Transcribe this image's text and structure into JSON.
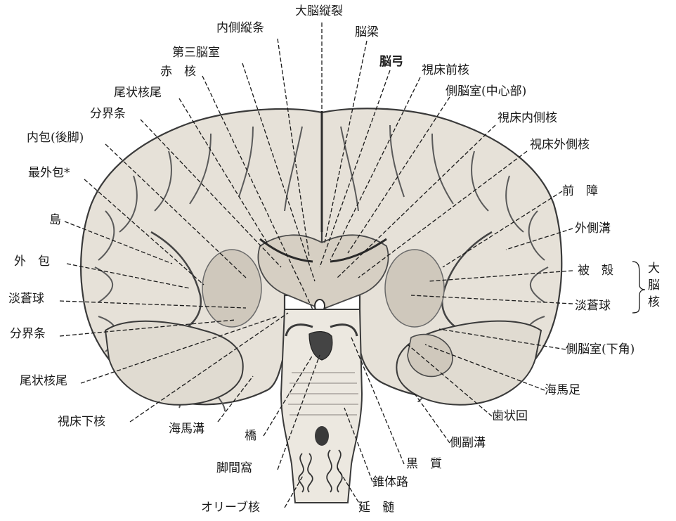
{
  "figure": {
    "labels": {
      "daino_juretsu": "大脳縦裂",
      "naisoku_jujo": "内側縦条",
      "nouryo": "脳梁",
      "daisan_nosh": "第三脳室",
      "nokyu": "脳弓",
      "shishou_zenkaku": "視床前核",
      "sekikaku": "赤　核",
      "sokunoshitsu_chushin": "側脳室(中心部)",
      "bijoukakubi_top": "尾状核尾",
      "shishou_naisokukaku": "視床内側核",
      "bunkaijo_top": "分界条",
      "naiho_kokyaku": "内包(後脚)",
      "shishou_gaisokukaku": "視床外側核",
      "saigaiho": "最外包*",
      "zensho": "前　障",
      "to": "島",
      "gaisokuko": "外側溝",
      "gaiho": "外　包",
      "hikaku": "被　殻",
      "tansokyu_left": "淡蒼球",
      "tansokyu_right": "淡蒼球",
      "bunkaijo_left": "分界条",
      "sokunoshitsu_kakaku": "側脳室(下角)",
      "bijoukakubi_left": "尾状核尾",
      "kaibasoku": "海馬足",
      "shishoukakaku": "視床下核",
      "shijokai": "歯状回",
      "kaibako": "海馬溝",
      "kyo": "橋",
      "sokufukuko": "側副溝",
      "kokansou": "脚間窩",
      "kokushitsu": "黒　質",
      "suitairo": "錐体路",
      "oriibukaku": "オリーブ核",
      "enzui": "延　髄",
      "dainokaku": "大\n脳\n核"
    }
  }
}
